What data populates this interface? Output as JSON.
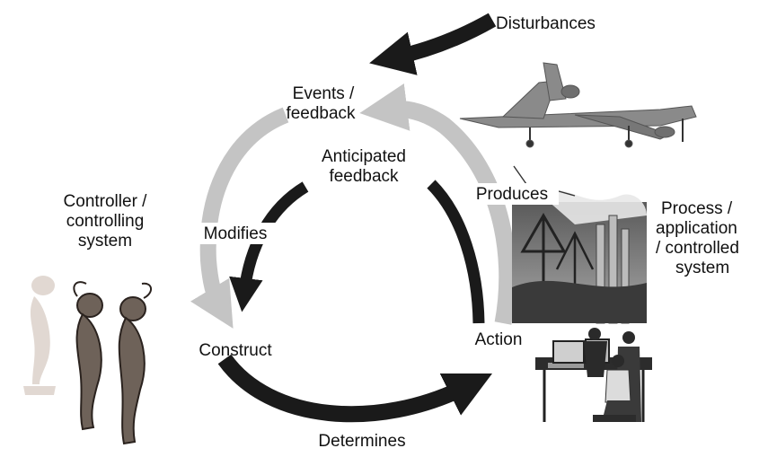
{
  "labels": {
    "disturbances": "Disturbances",
    "events_line1": "Events /",
    "events_line2": "feedback",
    "anticipated_line1": "Anticipated",
    "anticipated_line2": "feedback",
    "produces": "Produces",
    "modifies": "Modifies",
    "construct": "Construct",
    "action": "Action",
    "determines": "Determines",
    "controller_line1": "Controller /",
    "controller_line2": "controlling",
    "controller_line3": "system",
    "process_line1": "Process /",
    "process_line2": "application",
    "process_line3": "/ controlled",
    "process_line4": "system"
  },
  "colors": {
    "dark_arrow": "#1a1a1a",
    "light_arrow": "#c4c4c4",
    "figure_dark": "#6e6259",
    "figure_faded": "#e1d8d2",
    "photo_gray": "#8a8a8a"
  },
  "icons": {
    "airplane": "airplane-icon",
    "factory": "factory-icon",
    "operators": "operators-at-computer-icon",
    "people": "thinking-people-icon"
  }
}
